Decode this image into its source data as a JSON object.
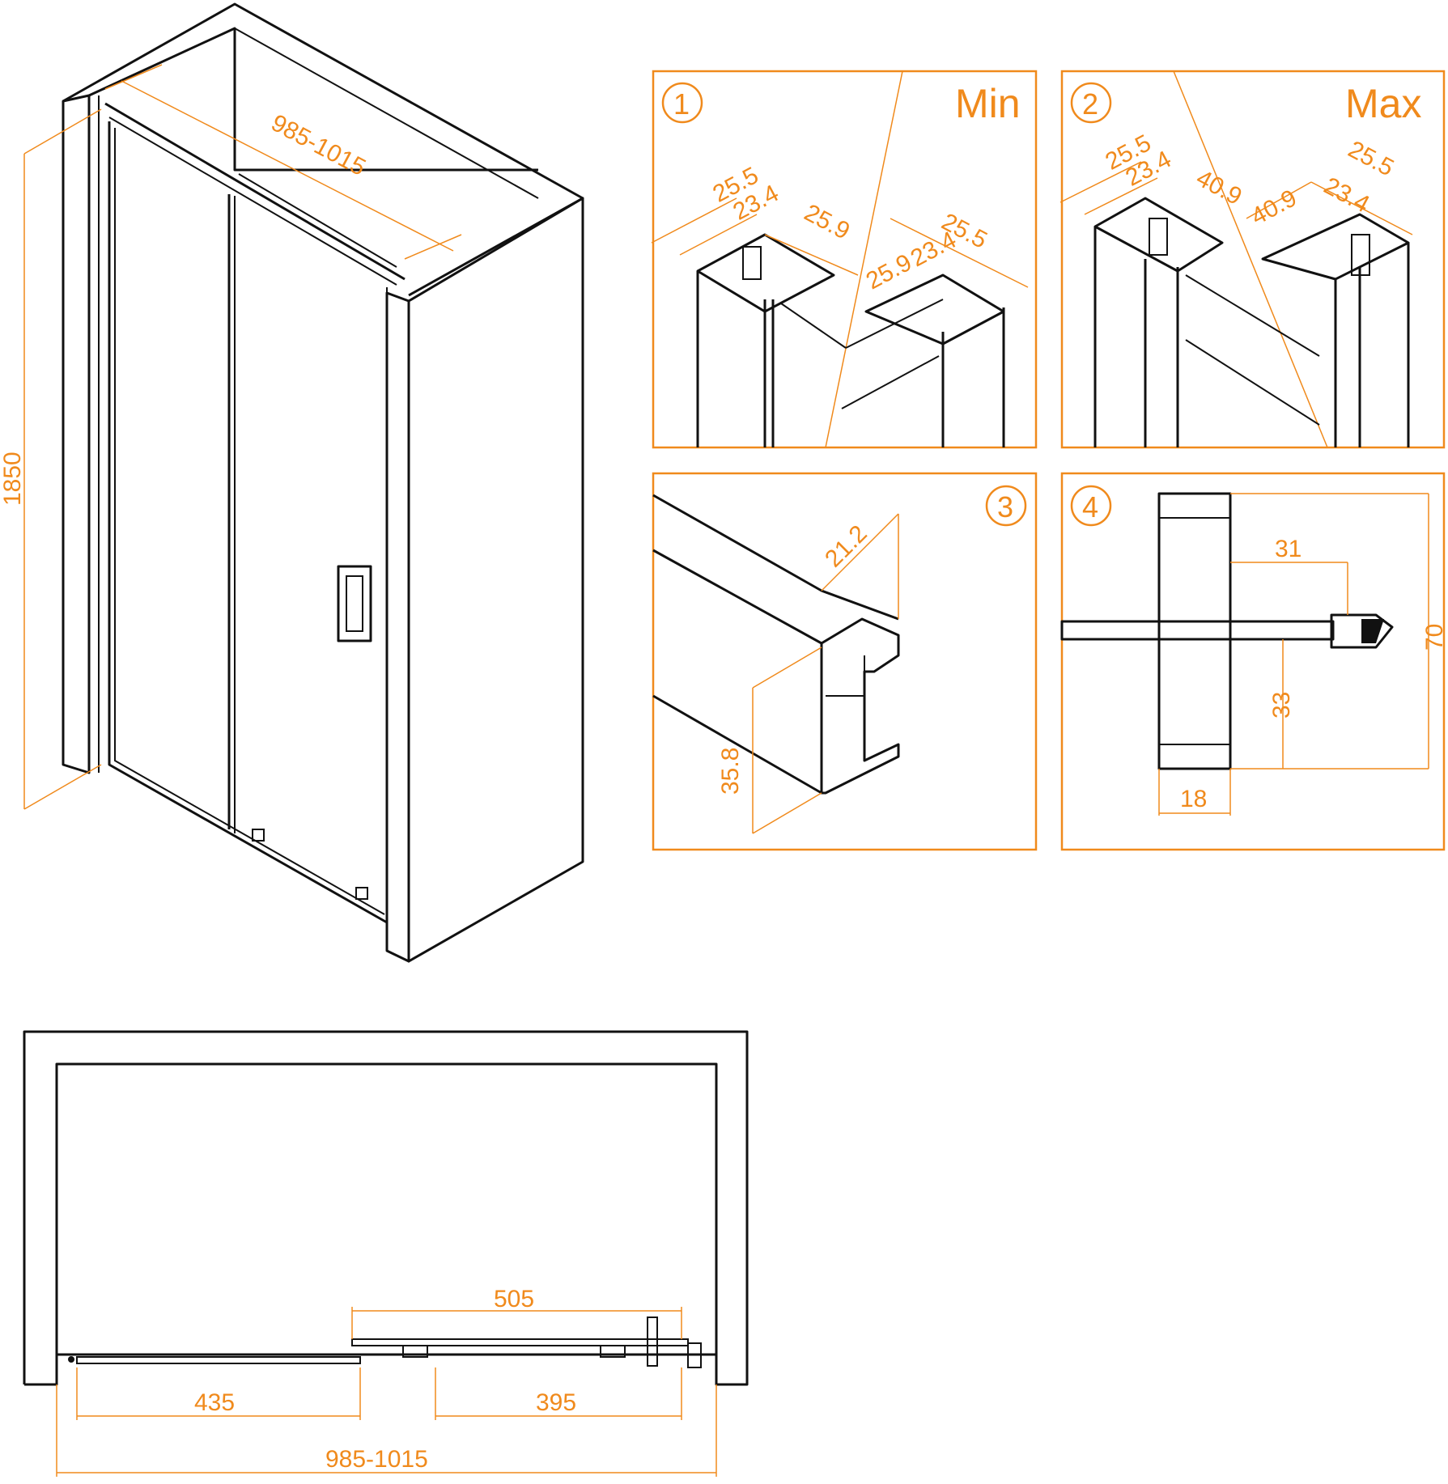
{
  "accent_color": "#f08a1c",
  "line_color": "#111111",
  "isometric": {
    "width_label": "985-1015",
    "height_label": "1850"
  },
  "panels": [
    {
      "number": "1",
      "tag": "Min",
      "dims": [
        "25.5",
        "23.4",
        "25.9",
        "25.9",
        "23.4",
        "25.5"
      ]
    },
    {
      "number": "2",
      "tag": "Max",
      "dims": [
        "25.5",
        "23.4",
        "40.9",
        "40.9",
        "23.4",
        "25.5"
      ]
    },
    {
      "number": "3",
      "tag": "",
      "dims": [
        "21.2",
        "35.8"
      ]
    },
    {
      "number": "4",
      "tag": "",
      "dims": [
        "31",
        "70",
        "33",
        "18"
      ]
    }
  ],
  "plan": {
    "overlap_label": "505",
    "fixed_label": "435",
    "sliding_label": "395",
    "total_label": "985-1015"
  }
}
